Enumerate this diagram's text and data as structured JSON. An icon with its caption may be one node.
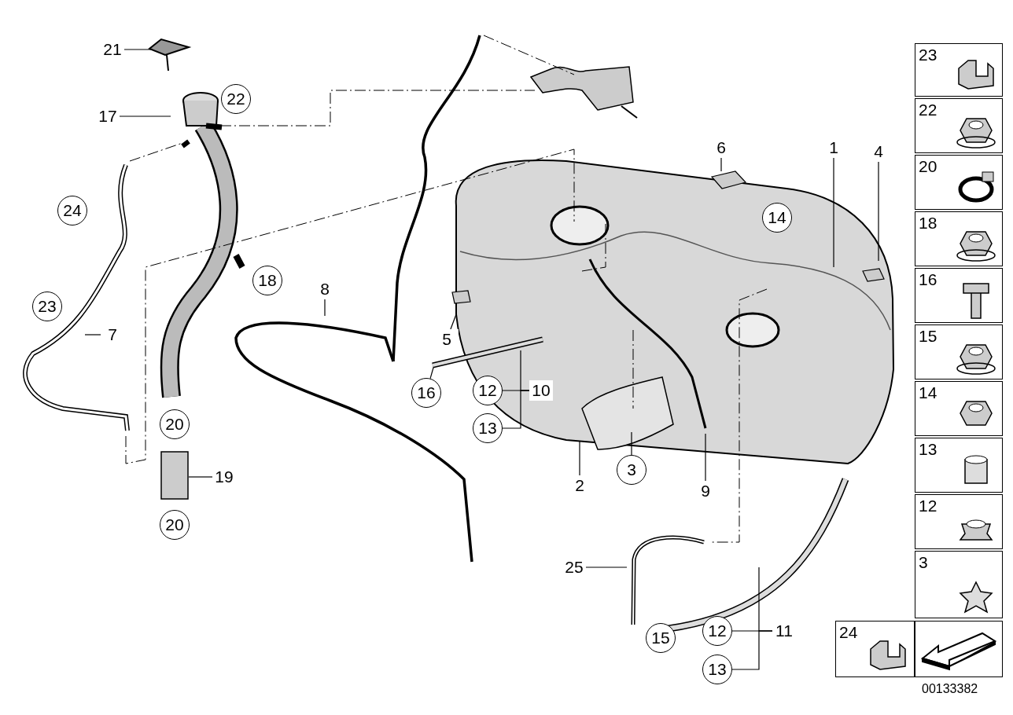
{
  "diagram": {
    "nodes": [
      {
        "text": [
          "21"
        ]
      },
      {
        "text": [
          "22"
        ]
      },
      {
        "text": [
          "17"
        ]
      },
      {
        "text": [
          "24"
        ]
      },
      {
        "text": [
          "23"
        ]
      },
      {
        "text": [
          "7"
        ]
      },
      {
        "text": [
          "18"
        ]
      },
      {
        "text": [
          "8"
        ]
      },
      {
        "text": [
          "6"
        ]
      },
      {
        "text": [
          "1"
        ]
      },
      {
        "text": [
          "4"
        ]
      },
      {
        "text": [
          "14"
        ]
      },
      {
        "text": [
          "5"
        ]
      },
      {
        "text": [
          "16"
        ]
      },
      {
        "text": [
          "12"
        ]
      },
      {
        "text": [
          "10"
        ]
      },
      {
        "text": [
          "13"
        ]
      },
      {
        "text": [
          "20"
        ]
      },
      {
        "text": [
          "19"
        ]
      },
      {
        "text": [
          "20"
        ]
      },
      {
        "text": [
          "2"
        ]
      },
      {
        "text": [
          "3"
        ]
      },
      {
        "text": [
          "9"
        ]
      },
      {
        "text": [
          "25"
        ]
      },
      {
        "text": [
          "15"
        ]
      },
      {
        "text": [
          "12"
        ]
      },
      {
        "text": [
          "11"
        ]
      },
      {
        "text": [
          "13"
        ]
      }
    ],
    "edges": [
      {
        "from": 0,
        "to": null,
        "arrow": "none"
      },
      {
        "from": 2,
        "to": null,
        "arrow": "none"
      },
      {
        "from": 5,
        "to": null,
        "arrow": "none"
      },
      {
        "from": 7,
        "to": null,
        "arrow": "none"
      },
      {
        "from": 8,
        "to": null,
        "arrow": "none"
      },
      {
        "from": 9,
        "to": null,
        "arrow": "none"
      },
      {
        "from": 10,
        "to": null,
        "arrow": "none"
      },
      {
        "from": 12,
        "to": null,
        "arrow": "none"
      },
      {
        "from": 13,
        "to": null,
        "arrow": "none"
      },
      {
        "from": 15,
        "to": null,
        "arrow": "none"
      },
      {
        "from": 14,
        "to": 15,
        "arrow": "none"
      },
      {
        "from": 16,
        "to": 15,
        "arrow": "none"
      },
      {
        "from": 18,
        "to": null,
        "arrow": "none"
      },
      {
        "from": 20,
        "to": null,
        "arrow": "none"
      },
      {
        "from": 21,
        "to": null,
        "arrow": "none"
      },
      {
        "from": 22,
        "to": null,
        "arrow": "none"
      },
      {
        "from": 23,
        "to": null,
        "arrow": "none"
      },
      {
        "from": 26,
        "to": null,
        "arrow": "none"
      },
      {
        "from": 25,
        "to": 26,
        "arrow": "none"
      },
      {
        "from": 27,
        "to": 26,
        "arrow": "none"
      }
    ],
    "labels": [
      "23",
      "22",
      "20",
      "18",
      "16",
      "15",
      "14",
      "13",
      "12",
      "3",
      "24",
      "00133382"
    ]
  }
}
